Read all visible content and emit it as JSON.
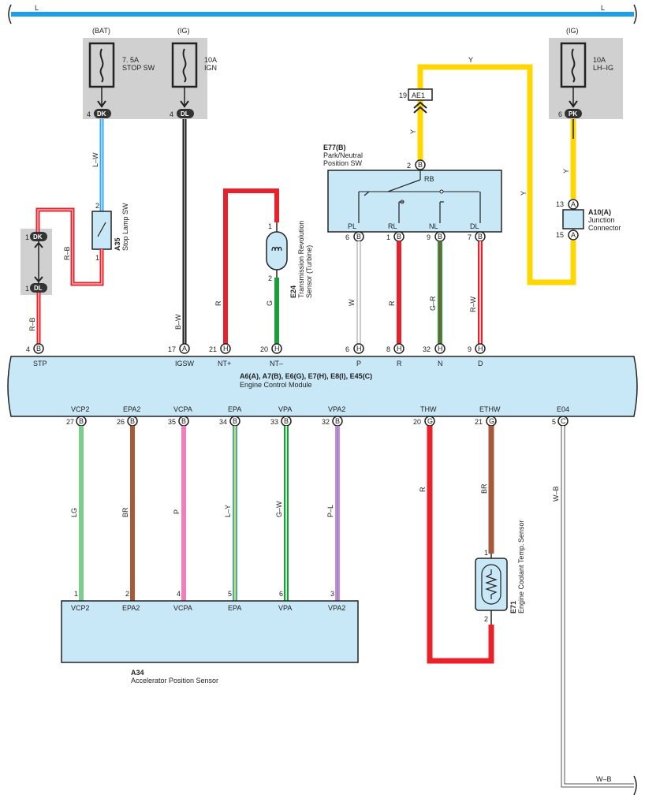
{
  "bus": {
    "left_label": "L",
    "right_label": "L"
  },
  "fuses": [
    {
      "source": "(BAT)",
      "rating": "7. 5A",
      "name": "STOP SW",
      "pin": "4",
      "conn": "DK"
    },
    {
      "source": "(IG)",
      "rating": "10A",
      "name": "IGN",
      "pin": "4",
      "conn": "DL"
    },
    {
      "source": "(IG)",
      "rating": "10A",
      "name": "LH–IG",
      "pin": "6",
      "conn": "PK"
    }
  ],
  "stop_lamp": {
    "id": "A35",
    "name": "Stop Lamp SW",
    "pin_top": "2",
    "pin_bottom": "1"
  },
  "dk_dl_block": [
    {
      "pin": "1",
      "conn": "DK"
    },
    {
      "pin": "1",
      "conn": "DL"
    }
  ],
  "junction_ae1": {
    "pin": "19",
    "conn": "AE1"
  },
  "park_neutral": {
    "id": "E77(B)",
    "name_line1": "Park/Neutral",
    "name_line2": "Position SW",
    "top_pin": "2",
    "top_conn": "B",
    "rb": "RB",
    "outputs": [
      "PL",
      "RL",
      "NL",
      "DL"
    ],
    "pins": [
      "6",
      "1",
      "9",
      "7"
    ]
  },
  "junction_a10": {
    "id": "A10(A)",
    "name_line1": "Junction",
    "name_line2": "Connector",
    "pin_top": "13",
    "pin_bottom": "15",
    "conn": "A"
  },
  "turbine_sensor": {
    "id": "E24",
    "name_line1": "Transmission Revolution",
    "name_line2": "Sensor (Turbine)",
    "pin1": "1",
    "pin2": "2"
  },
  "ecm": {
    "line1": "A6(A), A7(B), E6(G), E7(H), E8(I), E45(C)",
    "line2": "Engine Control Module",
    "top_pins": [
      {
        "pin": "4",
        "conn": "B",
        "label": "STP"
      },
      {
        "pin": "17",
        "conn": "A",
        "label": "IGSW"
      },
      {
        "pin": "21",
        "conn": "H",
        "label": "NT+"
      },
      {
        "pin": "20",
        "conn": "H",
        "label": "NT–"
      },
      {
        "pin": "6",
        "conn": "H",
        "label": "P"
      },
      {
        "pin": "8",
        "conn": "H",
        "label": "R"
      },
      {
        "pin": "32",
        "conn": "H",
        "label": "N"
      },
      {
        "pin": "9",
        "conn": "H",
        "label": "D"
      }
    ],
    "bottom_pins": [
      {
        "pin": "27",
        "conn": "B",
        "label": "VCP2"
      },
      {
        "pin": "26",
        "conn": "B",
        "label": "EPA2"
      },
      {
        "pin": "35",
        "conn": "B",
        "label": "VCPA"
      },
      {
        "pin": "34",
        "conn": "B",
        "label": "EPA"
      },
      {
        "pin": "33",
        "conn": "B",
        "label": "VPA"
      },
      {
        "pin": "32",
        "conn": "B",
        "label": "VPA2"
      },
      {
        "pin": "20",
        "conn": "G",
        "label": "THW"
      },
      {
        "pin": "21",
        "conn": "G",
        "label": "ETHW"
      },
      {
        "pin": "5",
        "conn": "C",
        "label": "E04"
      }
    ]
  },
  "wires": {
    "lw": "L–W",
    "rb1": "R–B",
    "rb2": "R–B",
    "bw": "B–W",
    "r_nt": "R",
    "g_nt": "G",
    "w_p": "W",
    "r_r": "R",
    "gr_n": "G–R",
    "rw_d": "R–W",
    "y_top": "Y",
    "y_ae1": "Y",
    "y_long": "Y",
    "y_pk": "Y",
    "lg": "LG",
    "br": "BR",
    "p": "P",
    "ly": "L–Y",
    "gw": "G–W",
    "pl": "P–L",
    "r_thw": "R",
    "br_ethw": "BR",
    "wb1": "W–B",
    "wb2": "W–B"
  },
  "accel_sensor": {
    "id": "A34",
    "name": "Accelerator Position Sensor",
    "pins": [
      {
        "pin": "1",
        "label": "VCP2"
      },
      {
        "pin": "2",
        "label": "EPA2"
      },
      {
        "pin": "4",
        "label": "VCPA"
      },
      {
        "pin": "5",
        "label": "EPA"
      },
      {
        "pin": "6",
        "label": "VPA"
      },
      {
        "pin": "3",
        "label": "VPA2"
      }
    ]
  },
  "coolant_sensor": {
    "id": "E71",
    "name_line1": "Engine Coolant Temp.",
    "name_line2": "Sensor",
    "pin1": "1",
    "pin2": "2"
  },
  "colors": {
    "bus": "#1ea0e6",
    "box_fill": "#c8e8f8",
    "fuse_bg": "#d0d0d0",
    "red": "#e8212a",
    "yellow": "#ffd700",
    "green": "#1a9e3a",
    "lightgreen": "#7ccc8f",
    "brown": "#a65a3a",
    "pink": "#ef7fb8",
    "lightblue": "#33aaee",
    "black": "#1a1a1a"
  }
}
